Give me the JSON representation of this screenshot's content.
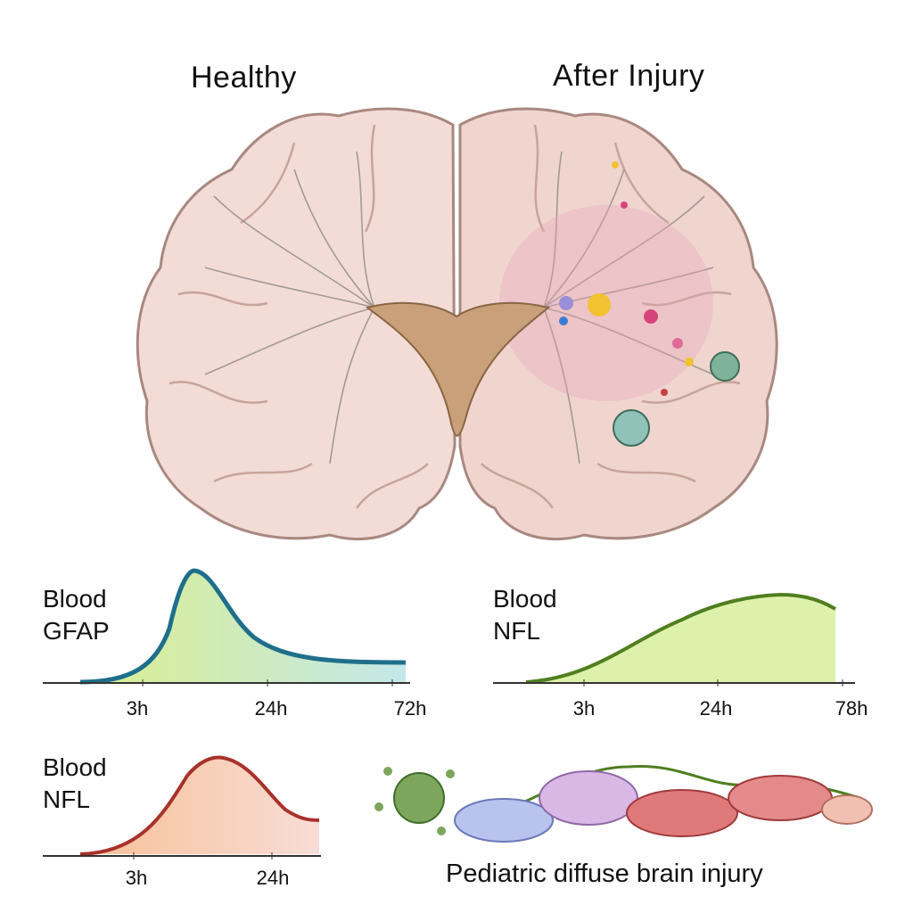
{
  "headings": {
    "healthy": "Healthy",
    "after": "After Injury"
  },
  "chart_data": [
    {
      "type": "area",
      "label_line1": "Blood",
      "label_line2": "GFAP",
      "x_ticks": [
        "3h",
        "24h",
        "72h"
      ],
      "curve": "rapid-peak-then-decline",
      "colors": {
        "line": "#1f6f8b",
        "fill": "#c9e86a"
      }
    },
    {
      "type": "area",
      "label_line1": "Blood",
      "label_line2": "NFL",
      "x_ticks": [
        "3h",
        "24h",
        "78h"
      ],
      "curve": "slow-rise-then-plateau",
      "colors": {
        "line": "#4f7f1f",
        "fill": "#d8ef9c"
      }
    },
    {
      "type": "area",
      "label_line1": "Blood",
      "label_line2": "NFL",
      "x_ticks": [
        "3h",
        "24h"
      ],
      "curve": "rise-peak-then-decline",
      "colors": {
        "line": "#a8322a",
        "fill": "#f6c3a0"
      }
    }
  ],
  "caption": "Pediatric diffuse brain injury",
  "colors": {
    "brain": "#f3dcd6",
    "brain_outline": "#a98880",
    "ventricle": "#c9a07a"
  }
}
